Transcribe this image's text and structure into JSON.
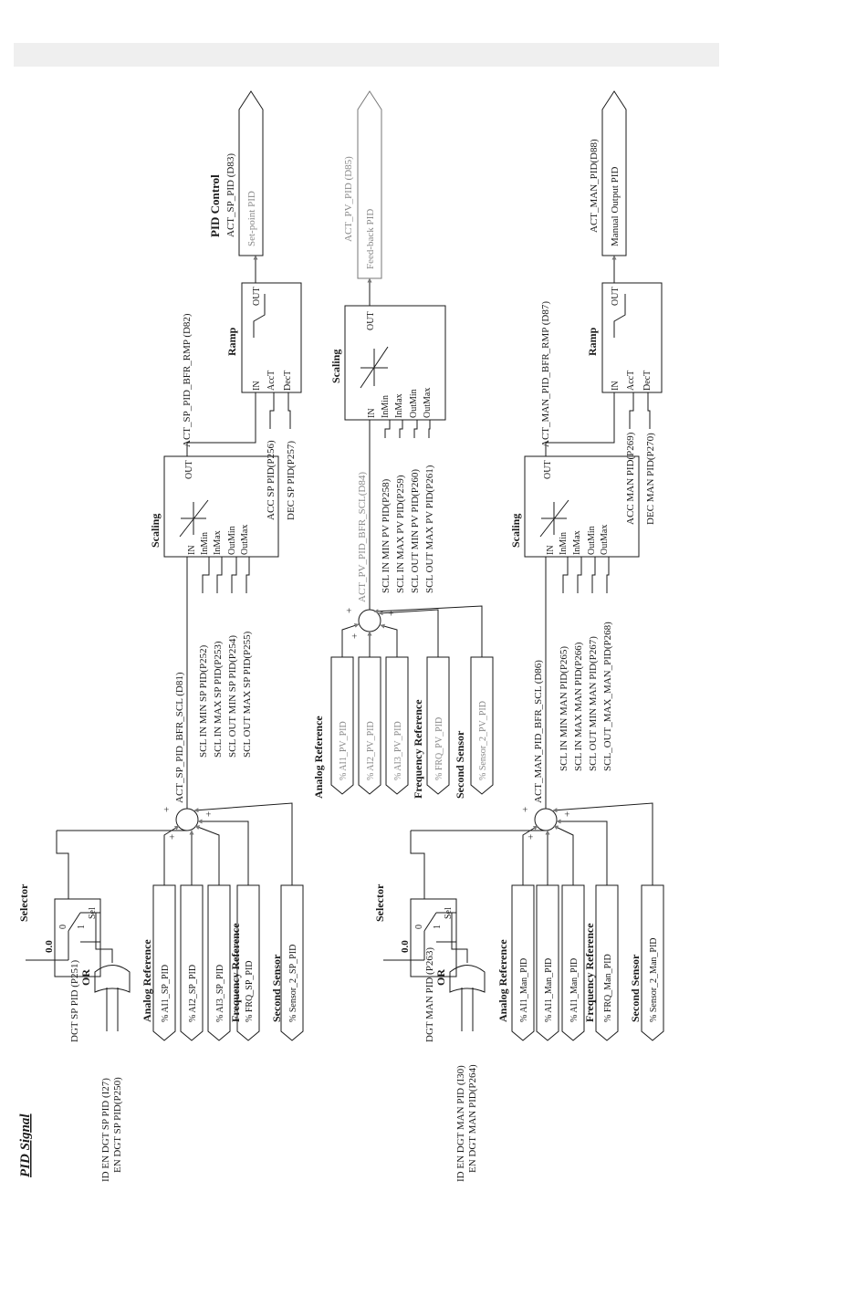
{
  "page_title": "PID Signal",
  "section1": {
    "title": "PID Control",
    "or_label": "OR",
    "or_inputs": [
      "ID EN DGT SP PID (I27)",
      "EN DGT SP PID(P250)"
    ],
    "digital_param": "DGT SP PID (P251)",
    "selector_title": "Selector",
    "selector_zero": "0.0",
    "selector_pos0": "0",
    "selector_pos1": "1",
    "selector_sel": "Sel",
    "analog_ref": "Analog Reference",
    "freq_ref": "Frequency Reference",
    "second_sensor": "Second Sensor",
    "inputs": [
      "% AI1_SP_PID",
      "% AI2_SP_PID",
      "% AI3_SP_PID",
      "% FRQ_SP_PID",
      "% Sensor_2_SP_PID"
    ],
    "sum_output": "ACT_SP_PID_BFR_SCL (D81)",
    "scaling_title": "Scaling",
    "scaling_ports": [
      "IN",
      "InMin",
      "InMax",
      "OutMin",
      "OutMax"
    ],
    "scaling_out": "OUT",
    "scaling_params": [
      "SCL IN MIN SP PID(P252)",
      "SCL IN MAX SP PID(P253)",
      "SCL OUT MIN SP PID(P254)",
      "SCL OUT MAX SP PID(P255)"
    ],
    "scaled_output": "ACT_SP_PID_BFR_RMP (D82)",
    "ramp_title": "Ramp",
    "ramp_ports": [
      "IN",
      "AccT",
      "DecT"
    ],
    "ramp_out": "OUT",
    "ramp_params": [
      "ACC SP PID(P256)",
      "DEC SP PID(P257)"
    ],
    "output_name": "ACT_SP_PID (D83)",
    "output_label": "Set-point PID"
  },
  "section2": {
    "analog_ref": "Analog Reference",
    "freq_ref": "Frequency Reference",
    "second_sensor": "Second Sensor",
    "inputs": [
      "% AI1_PV_PID",
      "% AI2_PV_PID",
      "% AI3_PV_PID",
      "% FRQ_PV_PID",
      "% Sensor_2_PV_PID"
    ],
    "sum_output": "ACT_PV_PID_BFR_SCL(D84)",
    "scaling_title": "Scaling",
    "scaling_ports": [
      "IN",
      "InMin",
      "InMax",
      "OutMin",
      "OutMax"
    ],
    "scaling_out": "OUT",
    "scaling_params": [
      "SCL IN MIN PV PID(P258)",
      "SCL IN MAX PV PID(P259)",
      "SCL OUT MIN PV PID(P260)",
      "SCL OUT MAX PV PID(P261)"
    ],
    "output_name": "ACT_PV_PID (D85)",
    "output_label": "Feed-back PID"
  },
  "section3": {
    "or_label": "OR",
    "or_inputs": [
      "ID EN DGT MAN PID (I30)",
      "EN DGT MAN PID(P264)"
    ],
    "digital_param": "DGT MAN PID (P263)",
    "selector_title": "Selector",
    "selector_zero": "0.0",
    "selector_pos0": "0",
    "selector_pos1": "1",
    "selector_sel": "Sel",
    "analog_ref": "Analog Reference",
    "freq_ref": "Frequency Reference",
    "second_sensor": "Second Sensor",
    "inputs": [
      "% AI1_Man_PID",
      "% AI1_Man_PID",
      "% AI1_Man_PID",
      "% FRQ_Man_PID",
      "% Sensor_2_Man_PID"
    ],
    "sum_output": "ACT_MAN_PID_BFR_SCL (D86)",
    "scaling_title": "Scaling",
    "scaling_ports": [
      "IN",
      "InMin",
      "InMax",
      "OutMin",
      "OutMax"
    ],
    "scaling_out": "OUT",
    "scaling_params": [
      "SCL IN MIN MAN PID(P265)",
      "SCL IN MAX MAN PID(P266)",
      "SCL OUT MIN MAN PID(P267)",
      "SCL_OUT_MAX_MAN_PID(P268)"
    ],
    "scaled_output": "ACT_MAN_PID_BFR_RMP (D87)",
    "ramp_title": "Ramp",
    "ramp_ports": [
      "IN",
      "AccT",
      "DecT"
    ],
    "ramp_out": "OUT",
    "ramp_params": [
      "ACC MAN PID(P269)",
      "DEC MAN PID(P270)"
    ],
    "output_name": "ACT_MAN_PID(D88)",
    "output_label": "Manual Output PID"
  },
  "sum_signs": "+"
}
